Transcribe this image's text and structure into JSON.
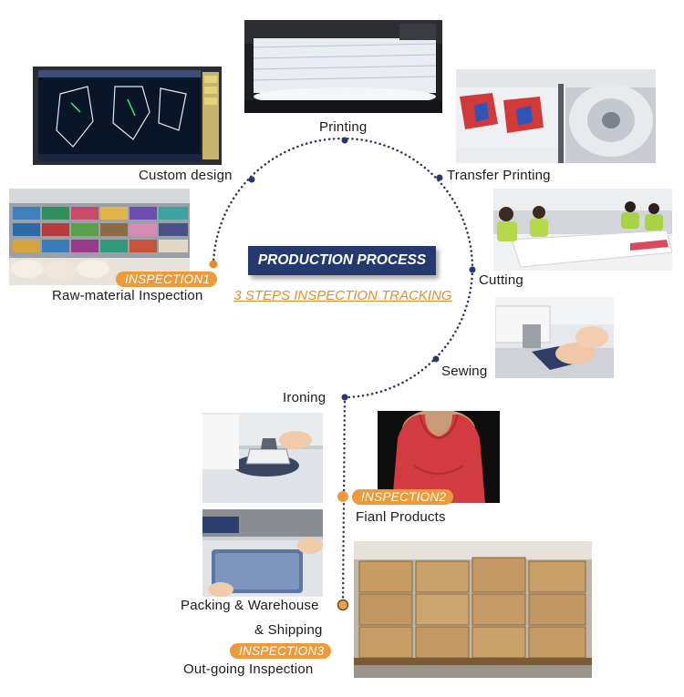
{
  "title": "PRODUCTION PROCESS",
  "subtitle": "3 STEPS INSPECTION TRACKING",
  "steps": {
    "custom_design": "Custom design",
    "printing": "Printing",
    "transfer_printing": "Transfer Printing",
    "cutting": "Cutting",
    "sewing": "Sewing",
    "ironing": "Ironing",
    "final_products": "Fianl Products",
    "packing": "Packing & Warehouse",
    "shipping": "& Shipping",
    "raw_material": "Raw-material Inspection",
    "outgoing": "Out-going Inspection"
  },
  "inspections": {
    "one": "INSPECTION1",
    "two": "INSPECTION2",
    "three": "INSPECTION3"
  },
  "colors": {
    "accent": "#ec9a3a",
    "title_bg": "#243a6e",
    "node": "#243a6e",
    "track": "#2a3550"
  }
}
